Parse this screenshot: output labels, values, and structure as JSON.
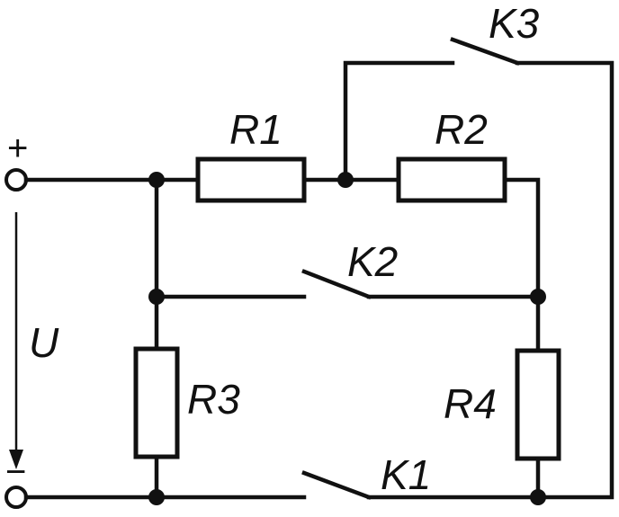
{
  "diagram": {
    "labels": {
      "R1": "R1",
      "R2": "R2",
      "R3": "R3",
      "R4": "R4",
      "K1": "K1",
      "K2": "K2",
      "K3": "K3",
      "U": "U",
      "plus": "+",
      "minus": "−"
    },
    "colors": {
      "ink": "#111111",
      "background": "#ffffff"
    }
  }
}
